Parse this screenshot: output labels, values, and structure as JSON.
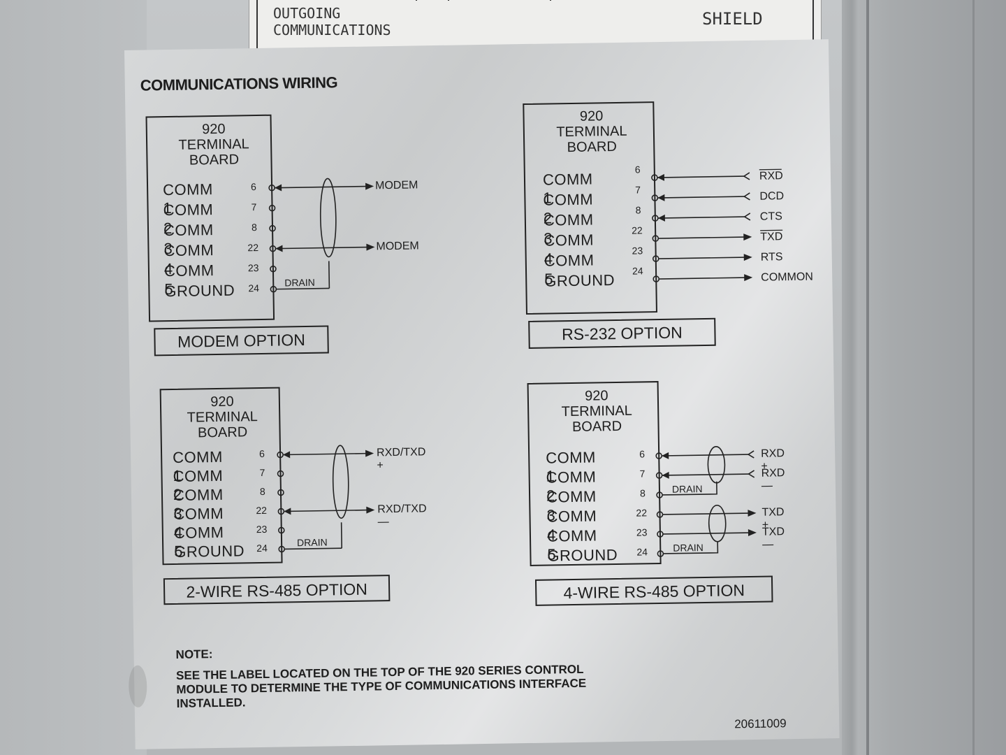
{
  "top_label": {
    "line1": "OUTGOING",
    "line2": "COMMUNICATIONS",
    "shield": "SHIELD"
  },
  "plate": {
    "title": "COMMUNICATIONS WIRING",
    "terminal_board": [
      "920",
      "TERMINAL",
      "BOARD"
    ],
    "rows": [
      "COMM  1",
      "COMM  2",
      "COMM  3",
      "COMM  4",
      "COMM  5",
      "GROUND"
    ],
    "pins": [
      "6",
      "7",
      "8",
      "22",
      "23",
      "24"
    ],
    "drain_label": "DRAIN",
    "modem": {
      "option_label": "MODEM OPTION",
      "signals": [
        "MODEM",
        "MODEM"
      ]
    },
    "rs232": {
      "option_label": "RS-232 OPTION",
      "signals": [
        "RXD",
        "DCD",
        "CTS",
        "TXD",
        "RTS",
        "COMMON"
      ]
    },
    "rs485_2wire": {
      "option_label": "2-WIRE RS-485 OPTION",
      "signals": [
        "RXD/TXD +",
        "RXD/TXD —"
      ]
    },
    "rs485_4wire": {
      "option_label": "4-WIRE RS-485 OPTION",
      "signals": [
        "RXD +",
        "RXD —",
        "TXD +",
        "TXD —"
      ]
    },
    "note_title": "NOTE:",
    "note_text": "SEE THE LABEL LOCATED ON THE TOP OF THE 920 SERIES CONTROL MODULE TO DETERMINE THE TYPE OF COMMUNICATIONS INTERFACE INSTALLED.",
    "part_number": "20611009"
  }
}
